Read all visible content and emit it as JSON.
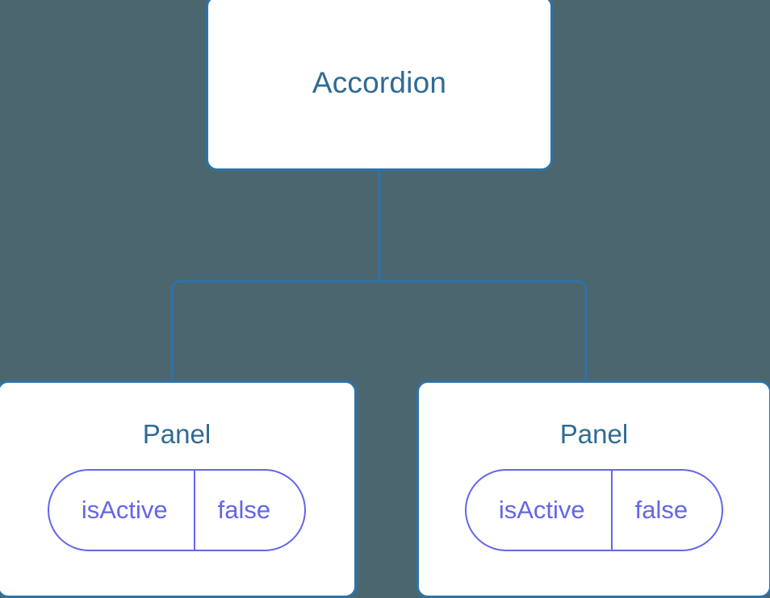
{
  "diagram": {
    "type": "component-tree",
    "background_color": "#4c666f",
    "node_border_color": "#2e73a8",
    "node_fill_color": "#ffffff",
    "node_text_color": "#2e6b96",
    "connector_color": "#2e73a8",
    "prop_accent_color": "#6366e8",
    "root": {
      "label": "Accordion"
    },
    "children": [
      {
        "label": "Panel",
        "state": {
          "key": "isActive",
          "value": "false"
        }
      },
      {
        "label": "Panel",
        "state": {
          "key": "isActive",
          "value": "false"
        }
      }
    ]
  }
}
